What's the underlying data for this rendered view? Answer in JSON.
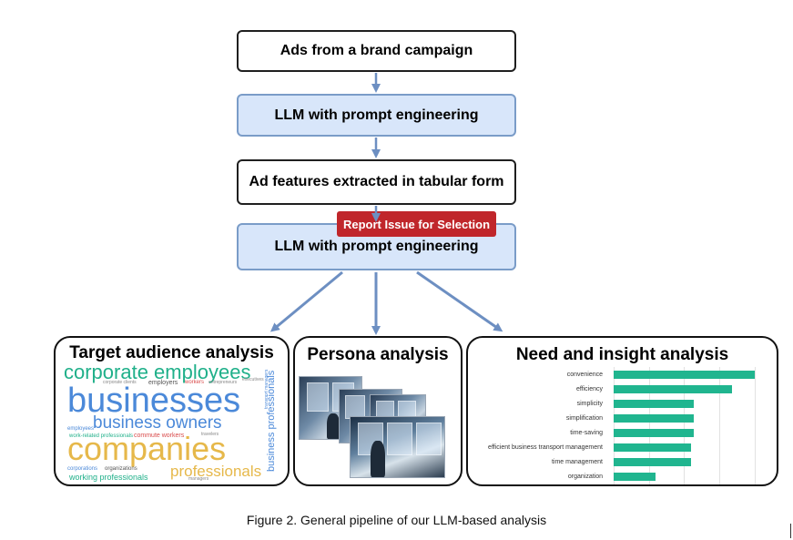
{
  "pipeline": {
    "step1": "Ads from a brand campaign",
    "step2": "LLM with prompt engineering",
    "step3": "Ad features extracted in tabular form",
    "step4": "LLM with prompt engineering"
  },
  "report_button": "Report Issue for Selection",
  "panels": {
    "target": {
      "title": "Target audience analysis",
      "words": {
        "w1": "corporate employees",
        "w2": "businesses",
        "w3": "business owners",
        "w4": "companies",
        "w5": "professionals",
        "w6": "business professionals",
        "w7": "working professionals",
        "w8": "employers",
        "w9": "workers",
        "w10": "commute workers",
        "w11": "work-related professionals",
        "w12": "corporations",
        "w13": "organizations",
        "w14": "employees",
        "w15": "managers",
        "w16": "transport managers",
        "w17": "entrepreneurs",
        "w18": "corporate clients",
        "w19": "travelers",
        "w20": "executives"
      }
    },
    "persona": {
      "title": "Persona analysis"
    },
    "need": {
      "title": "Need and insight analysis"
    }
  },
  "chart_data": {
    "type": "bar",
    "orientation": "horizontal",
    "categories": [
      "convenience",
      "efficiency",
      "simplicity",
      "simplification",
      "time-saving",
      "efficient business transport management",
      "time management",
      "organization"
    ],
    "values": [
      10,
      8.4,
      5.7,
      5.7,
      5.7,
      5.5,
      5.5,
      3
    ],
    "xlim": [
      0,
      11
    ],
    "grid": true,
    "color": "#20b58f"
  },
  "caption": "Figure 2. General pipeline of our LLM-based analysis"
}
